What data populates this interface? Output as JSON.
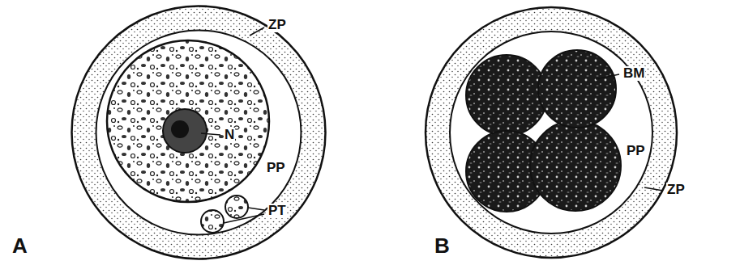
{
  "diagram": {
    "labels": [
      "ZP",
      "N",
      "PP",
      "PT",
      "A",
      "BM",
      "PP",
      "ZP",
      "B"
    ]
  }
}
